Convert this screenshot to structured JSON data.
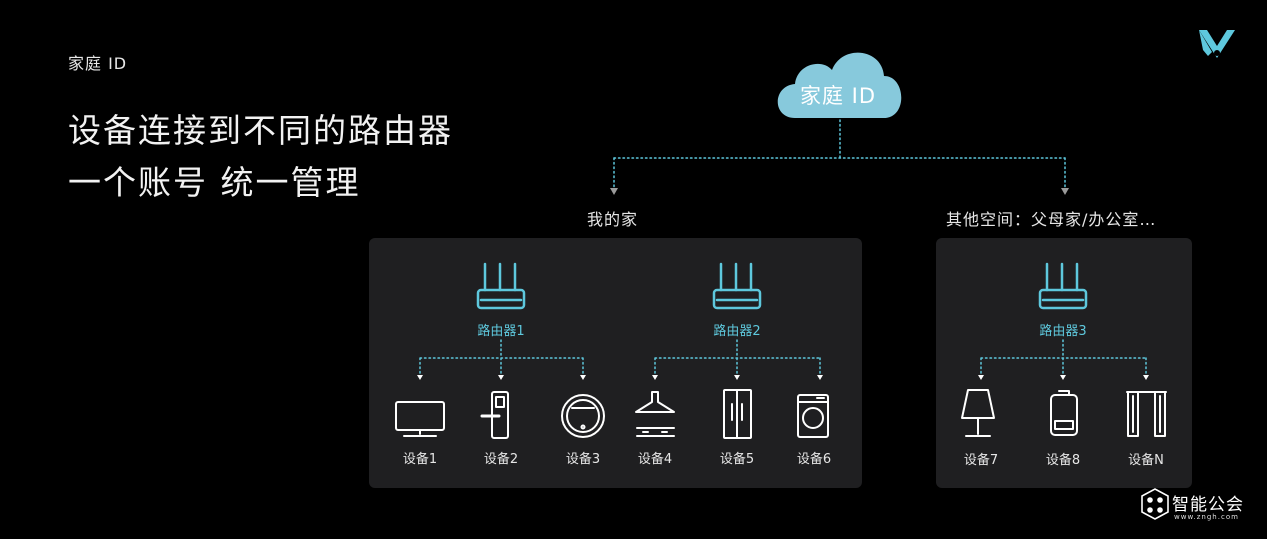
{
  "header": {
    "eyebrow": "家庭 ID",
    "headline_line1": "设备连接到不同的路由器",
    "headline_line2": "一个账号 统一管理"
  },
  "cloud": {
    "label": "家庭 ID",
    "color": "#87c9dc"
  },
  "spaces": [
    {
      "label": "我的家"
    },
    {
      "label": "其他空间：父母家/办公室…"
    }
  ],
  "routers": [
    {
      "label": "路由器1"
    },
    {
      "label": "路由器2"
    },
    {
      "label": "路由器3"
    }
  ],
  "devices": [
    {
      "label": "设备1",
      "icon": "monitor-icon"
    },
    {
      "label": "设备2",
      "icon": "smart-lock-icon"
    },
    {
      "label": "设备3",
      "icon": "robot-vacuum-icon"
    },
    {
      "label": "设备4",
      "icon": "range-hood-icon"
    },
    {
      "label": "设备5",
      "icon": "refrigerator-icon"
    },
    {
      "label": "设备6",
      "icon": "washing-machine-icon"
    },
    {
      "label": "设备7",
      "icon": "lamp-icon"
    },
    {
      "label": "设备8",
      "icon": "water-heater-icon"
    },
    {
      "label": "设备N",
      "icon": "curtain-icon"
    }
  ],
  "colors": {
    "accent": "#5ec8dd",
    "panel": "#1f1f21",
    "background": "#000000"
  },
  "watermark": {
    "text": "智能公会",
    "sub": "www.zngh.com"
  }
}
